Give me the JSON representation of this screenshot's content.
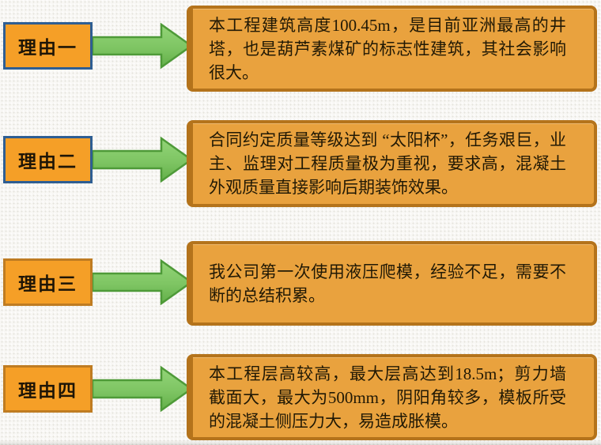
{
  "slide": {
    "background_color": "#f8f7f4",
    "colors": {
      "label_fill": "#f59f27",
      "label_border_blue": "#2e5e93",
      "label_border_orange": "#bf7c22",
      "content_fill": "#e9a23e",
      "content_border": "#b4731b",
      "arrow_fill": "#7ec563",
      "arrow_border": "#4e9a38",
      "text_color": "#211905"
    },
    "rows": [
      {
        "label": "理由一",
        "label_border_color": "#2e5e93",
        "text": "本工程建筑高度100.45m，是目前亚洲最高的井塔，也是葫芦素煤矿的标志性建筑，其社会影响很大。"
      },
      {
        "label": "理由二",
        "label_border_color": "#2e5e93",
        "text": "合同约定质量等级达到 “太阳杯”，任务艰巨，业主、监理对工程质量极为重视，要求高，混凝土外观质量直接影响后期装饰效果。"
      },
      {
        "label": "理由三",
        "label_border_color": "#bf7c22",
        "text": "我公司第一次使用液压爬模，经验不足，需要不断的总结积累。"
      },
      {
        "label": "理由四",
        "label_border_color": "#bf7c22",
        "text": "本工程层高较高，最大层高达到18.5m；剪力墙截面大，最大为500mm，阴阳角较多，模板所受的混凝土侧压力大，易造成胀模。"
      }
    ]
  }
}
